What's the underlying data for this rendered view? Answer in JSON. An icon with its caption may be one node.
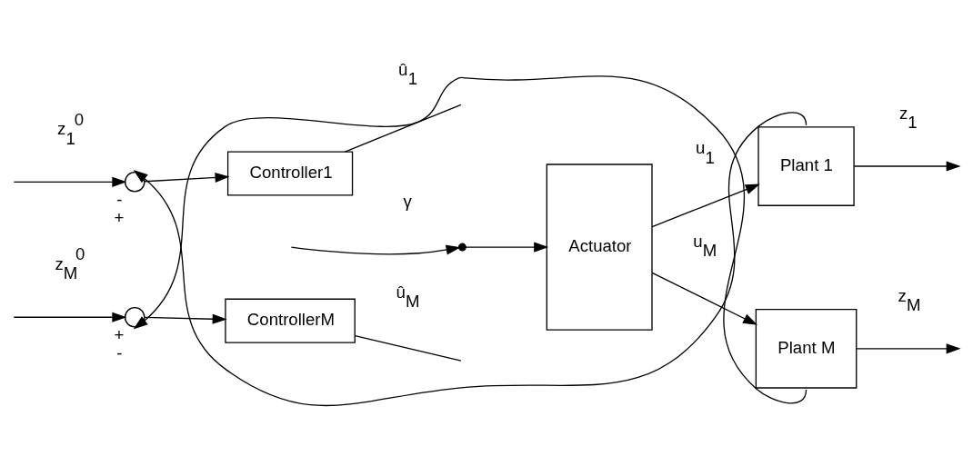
{
  "diagram": {
    "nodes": [
      {
        "text": [],
        "shape": "circle",
        "beside": [
          "-",
          "+"
        ]
      },
      {
        "text": [
          "Controller1"
        ]
      },
      {
        "text": [],
        "shape": "circle",
        "beside": [
          "+",
          "-"
        ]
      },
      {
        "text": [
          "ControllerM"
        ]
      },
      {
        "text": [],
        "shape": "switch"
      },
      {
        "text": [
          "Actuator"
        ]
      },
      {
        "text": [
          "Plant 1"
        ]
      },
      {
        "text": [
          "Plant M"
        ]
      }
    ],
    "edges": [
      {
        "from": null,
        "to": 0,
        "arrow": "to",
        "label": "z$_{1}$$^{0}$"
      },
      {
        "from": 0,
        "to": 1,
        "arrow": "to"
      },
      {
        "from": 1,
        "to": null,
        "arrow": "none",
        "label": "û$_{1}$"
      },
      {
        "from": null,
        "to": 2,
        "arrow": "to",
        "label": "z$_{M}$$^{0}$"
      },
      {
        "from": 2,
        "to": 3,
        "arrow": "to"
      },
      {
        "from": 3,
        "to": null,
        "arrow": "none",
        "label": "û$_{M}$"
      },
      {
        "from": null,
        "to": 4,
        "arrow": "to",
        "label": "γ"
      },
      {
        "from": 4,
        "to": 5,
        "arrow": "to"
      },
      {
        "from": 5,
        "to": 6,
        "arrow": "to",
        "label": "u$_{1}$"
      },
      {
        "from": 5,
        "to": 7,
        "arrow": "to",
        "label": "u$_{M}$"
      },
      {
        "from": 6,
        "to": null,
        "arrow": "to",
        "label": "z$_{1}$"
      },
      {
        "from": 7,
        "to": null,
        "arrow": "to",
        "label": "z$_{M}$"
      },
      {
        "from": 6,
        "to": 0,
        "arrow": "to"
      },
      {
        "from": 7,
        "to": 2,
        "arrow": "to"
      }
    ]
  }
}
